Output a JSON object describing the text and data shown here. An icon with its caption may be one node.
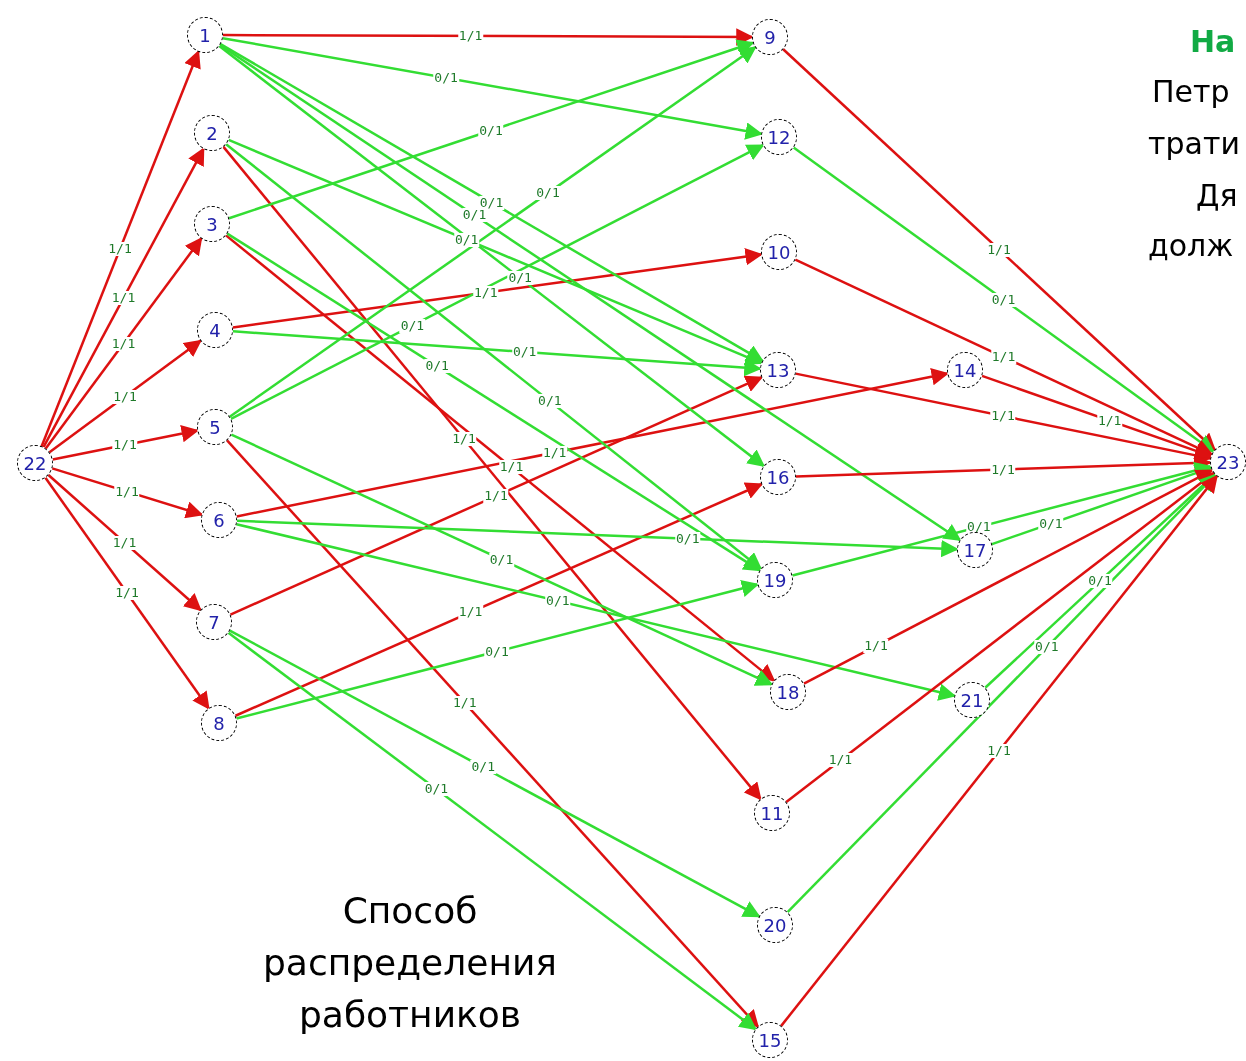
{
  "diagram": {
    "nodes": [
      {
        "text": [
          "22"
        ]
      },
      {
        "text": [
          "1"
        ]
      },
      {
        "text": [
          "2"
        ]
      },
      {
        "text": [
          "3"
        ]
      },
      {
        "text": [
          "4"
        ]
      },
      {
        "text": [
          "5"
        ]
      },
      {
        "text": [
          "6"
        ]
      },
      {
        "text": [
          "7"
        ]
      },
      {
        "text": [
          "8"
        ]
      },
      {
        "text": [
          "9"
        ]
      },
      {
        "text": [
          "12"
        ]
      },
      {
        "text": [
          "10"
        ]
      },
      {
        "text": [
          "13"
        ]
      },
      {
        "text": [
          "14"
        ]
      },
      {
        "text": [
          "16"
        ]
      },
      {
        "text": [
          "17"
        ]
      },
      {
        "text": [
          "19"
        ]
      },
      {
        "text": [
          "18"
        ]
      },
      {
        "text": [
          "21"
        ]
      },
      {
        "text": [
          "11"
        ]
      },
      {
        "text": [
          "20"
        ]
      },
      {
        "text": [
          "15"
        ]
      },
      {
        "text": [
          "23"
        ]
      }
    ],
    "edges": [
      {
        "from": 0,
        "to": 1,
        "arrow": "to",
        "label": "1/1"
      },
      {
        "from": 0,
        "to": 2,
        "arrow": "to",
        "label": "1/1"
      },
      {
        "from": 0,
        "to": 3,
        "arrow": "to",
        "label": "1/1"
      },
      {
        "from": 0,
        "to": 4,
        "arrow": "to",
        "label": "1/1"
      },
      {
        "from": 0,
        "to": 5,
        "arrow": "to",
        "label": "1/1"
      },
      {
        "from": 0,
        "to": 6,
        "arrow": "to",
        "label": "1/1"
      },
      {
        "from": 0,
        "to": 7,
        "arrow": "to",
        "label": "1/1"
      },
      {
        "from": 0,
        "to": 8,
        "arrow": "to",
        "label": "1/1"
      },
      {
        "from": 1,
        "to": 9,
        "arrow": "to",
        "label": "1/1"
      },
      {
        "from": 2,
        "to": 19,
        "arrow": "to",
        "label": "1/1"
      },
      {
        "from": 3,
        "to": 17,
        "arrow": "to",
        "label": "1/1"
      },
      {
        "from": 4,
        "to": 11,
        "arrow": "to",
        "label": "1/1"
      },
      {
        "from": 5,
        "to": 21,
        "arrow": "to",
        "label": "1/1"
      },
      {
        "from": 6,
        "to": 13,
        "arrow": "to",
        "label": "1/1"
      },
      {
        "from": 7,
        "to": 12,
        "arrow": "to",
        "label": "1/1"
      },
      {
        "from": 8,
        "to": 14,
        "arrow": "to",
        "label": "1/1"
      },
      {
        "from": 1,
        "to": 10,
        "arrow": "to",
        "label": "0/1",
        "color": "#33dd33"
      },
      {
        "from": 1,
        "to": 12,
        "arrow": "to",
        "label": "0/1",
        "color": "#33dd33"
      },
      {
        "from": 1,
        "to": 14,
        "arrow": "to",
        "label": "0/1",
        "color": "#33dd33"
      },
      {
        "from": 1,
        "to": 15,
        "arrow": "to",
        "label": "0/1",
        "color": "#33dd33"
      },
      {
        "from": 2,
        "to": 12,
        "arrow": "to",
        "label": "0/1",
        "color": "#33dd33"
      },
      {
        "from": 2,
        "to": 16,
        "arrow": "to",
        "label": "0/1",
        "color": "#33dd33"
      },
      {
        "from": 3,
        "to": 9,
        "arrow": "to",
        "label": "0/1",
        "color": "#33dd33"
      },
      {
        "from": 3,
        "to": 16,
        "arrow": "to",
        "label": "0/1",
        "color": "#33dd33"
      },
      {
        "from": 4,
        "to": 12,
        "arrow": "to",
        "label": "0/1",
        "color": "#33dd33"
      },
      {
        "from": 5,
        "to": 9,
        "arrow": "to",
        "label": "0/1",
        "color": "#33dd33"
      },
      {
        "from": 5,
        "to": 10,
        "arrow": "to",
        "label": "0/1",
        "color": "#33dd33"
      },
      {
        "from": 5,
        "to": 17,
        "arrow": "to",
        "label": "0/1",
        "color": "#33dd33"
      },
      {
        "from": 6,
        "to": 15,
        "arrow": "to",
        "label": "0/1",
        "color": "#33dd33"
      },
      {
        "from": 6,
        "to": 18,
        "arrow": "to",
        "label": "0/1",
        "color": "#33dd33"
      },
      {
        "from": 7,
        "to": 20,
        "arrow": "to",
        "label": "0/1",
        "color": "#33dd33"
      },
      {
        "from": 7,
        "to": 21,
        "arrow": "to",
        "label": "0/1",
        "color": "#33dd33"
      },
      {
        "from": 8,
        "to": 16,
        "arrow": "to",
        "label": "0/1",
        "color": "#33dd33"
      },
      {
        "from": 9,
        "to": 22,
        "arrow": "to",
        "label": "1/1"
      },
      {
        "from": 10,
        "to": 22,
        "arrow": "to",
        "label": "0/1",
        "color": "#33dd33"
      },
      {
        "from": 11,
        "to": 22,
        "arrow": "to",
        "label": "1/1"
      },
      {
        "from": 12,
        "to": 22,
        "arrow": "to",
        "label": "1/1"
      },
      {
        "from": 13,
        "to": 22,
        "arrow": "to",
        "label": "1/1"
      },
      {
        "from": 14,
        "to": 22,
        "arrow": "to",
        "label": "1/1"
      },
      {
        "from": 15,
        "to": 22,
        "arrow": "to",
        "label": "0/1",
        "color": "#33dd33"
      },
      {
        "from": 16,
        "to": 22,
        "arrow": "to",
        "label": "0/1",
        "color": "#33dd33"
      },
      {
        "from": 17,
        "to": 22,
        "arrow": "to",
        "label": "1/1"
      },
      {
        "from": 18,
        "to": 22,
        "arrow": "to",
        "label": "0/1",
        "color": "#33dd33"
      },
      {
        "from": 19,
        "to": 22,
        "arrow": "to",
        "label": "1/1"
      },
      {
        "from": 20,
        "to": 22,
        "arrow": "to",
        "label": "0/1",
        "color": "#33dd33"
      },
      {
        "from": 21,
        "to": 22,
        "arrow": "to",
        "label": "1/1"
      }
    ],
    "labels": [
      "На",
      "Петр",
      "трати",
      "Дя",
      "долж",
      "Способ распределения работников"
    ]
  }
}
